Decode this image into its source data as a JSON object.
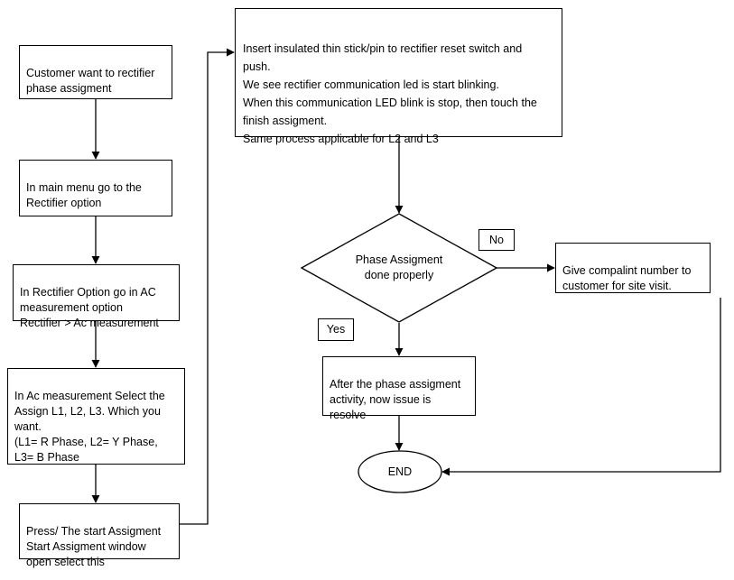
{
  "diagram": {
    "title": "Rectifier phase assignment troubleshooting flowchart",
    "nodes": {
      "start": "Customer want to rectifier phase assigment",
      "main_menu": "In main menu go to the Rectifier option",
      "ac_measurement": "In Rectifier Option go in AC measurement option\nRectifier > Ac measurement",
      "select_assign": "In Ac measurement Select the Assign L1, L2, L3. Which you want.\n(L1= R Phase, L2= Y Phase, L3= B Phase",
      "press_start": "Press/ The start Assigment\nStart Assigment window open select this",
      "insert_stick": "Insert insulated thin stick/pin to rectifier reset switch and push.\nWe see rectifier communication led is start blinking.\nWhen this communication LED blink is stop, then touch the finish assigment.\nSame process applicable for L2 and L3",
      "decision": "Phase Assigment\ndone properly",
      "complaint": "Give compalint number to customer for site visit.",
      "resolved": "After the phase assigment activity, now issue is resolve",
      "end": "END"
    },
    "edge_labels": {
      "no": "No",
      "yes": "Yes"
    },
    "colors": {
      "stroke": "#000000",
      "fill": "#ffffff",
      "text": "#000000"
    }
  }
}
